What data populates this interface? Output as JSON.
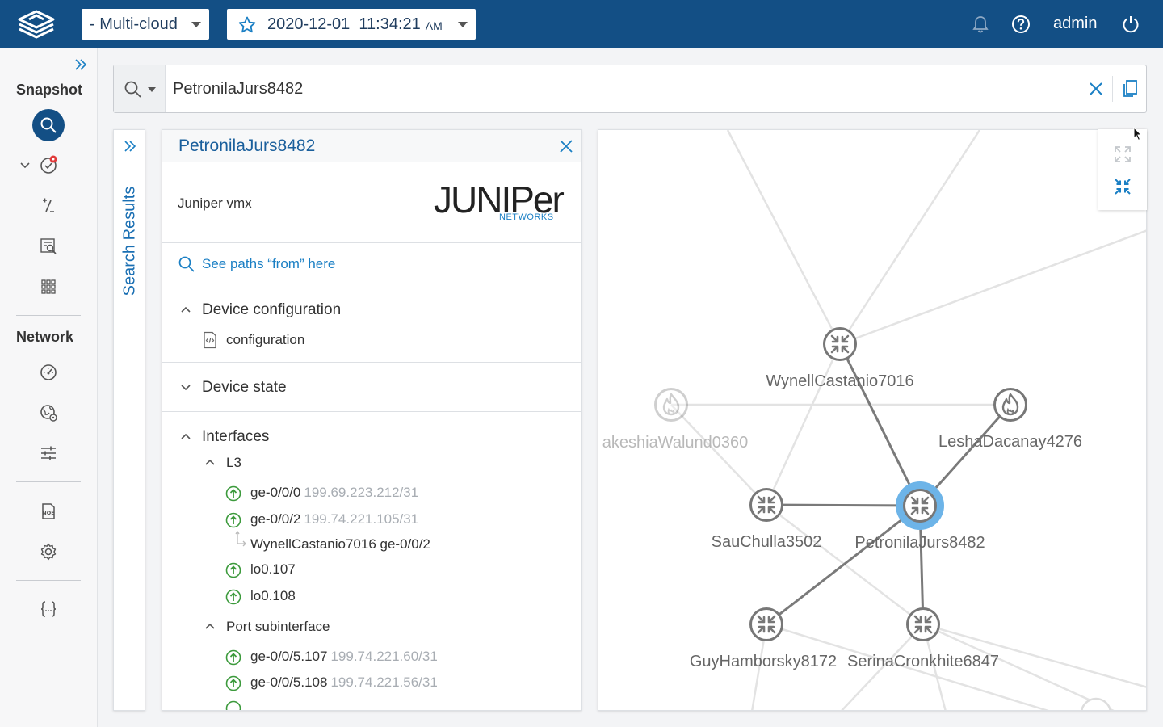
{
  "header": {
    "network_select": "- Multi-cloud",
    "snapshot_date": "2020-12-01  11:34:21",
    "snapshot_ampm": "AM",
    "user": "admin"
  },
  "sidebar": {
    "snapshot_label": "Snapshot",
    "network_label": "Network"
  },
  "search": {
    "query": "PetronilaJurs8482"
  },
  "search_results_tab": "Search Results",
  "device": {
    "name": "PetronilaJurs8482",
    "vendor_model": "Juniper vmx",
    "logo_text": "JUNIPer",
    "logo_sub": "NETWORKS",
    "paths_link": "See paths “from” here",
    "sections": {
      "config": "Device configuration",
      "config_item": "configuration",
      "state": "Device state",
      "interfaces": "Interfaces",
      "l3": "L3",
      "port_sub": "Port subinterface"
    },
    "l3_interfaces": [
      {
        "name": "ge-0/0/0",
        "addr": "199.69.223.212/31"
      },
      {
        "name": "ge-0/0/2",
        "addr": "199.74.221.105/31"
      },
      {
        "name": "lo0.107",
        "addr": ""
      },
      {
        "name": "lo0.108",
        "addr": ""
      }
    ],
    "neighbor": "WynellCastanio7016 ge-0/0/2",
    "port_subinterfaces": [
      {
        "name": "ge-0/0/5.107",
        "addr": "199.74.221.60/31"
      },
      {
        "name": "ge-0/0/5.108",
        "addr": "199.74.221.56/31"
      }
    ]
  },
  "topology": {
    "nodes": {
      "wynell": "WynellCastanio7016",
      "lesha": "LeshaDacanay4276",
      "lakeshia": "akeshiaWalund0360",
      "sau": "SauChulla3502",
      "petronila": "PetronilaJurs8482",
      "guy": "GuyHamborsky8172",
      "serina": "SerinaCronkhite6847"
    }
  },
  "colors": {
    "brand": "#134f85",
    "link": "#1a7fc4",
    "status_up": "#3c9a3c",
    "selected_halo": "#6db4e8"
  }
}
